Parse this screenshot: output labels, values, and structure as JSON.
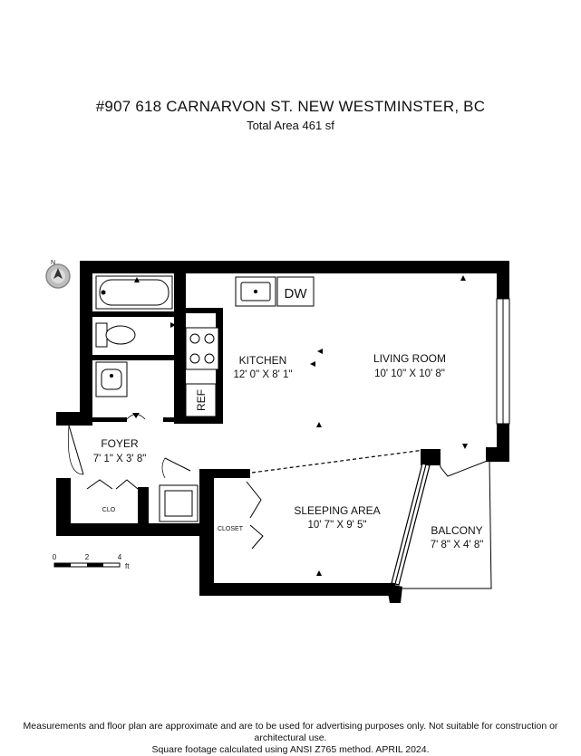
{
  "header": {
    "title": "#907 618 CARNARVON ST. NEW WESTMINSTER, BC",
    "total_area": "Total Area  461 sf"
  },
  "compass": {
    "label": "N"
  },
  "rooms": {
    "kitchen": {
      "name": "KITCHEN",
      "dims": "12' 0\" X 8' 1\""
    },
    "living": {
      "name": "LIVING ROOM",
      "dims": "10' 10\" X 10' 8\""
    },
    "foyer": {
      "name": "FOYER",
      "dims": "7' 1\" X 3' 8\""
    },
    "sleeping": {
      "name": "SLEEPING AREA",
      "dims": "10' 7\" X 9' 5\""
    },
    "balcony": {
      "name": "BALCONY",
      "dims": "7' 8\" X 4' 8\""
    }
  },
  "fixtures": {
    "dw": "DW",
    "ref": "REF",
    "clo": "CLO",
    "closet": "CLOSET"
  },
  "scale": {
    "ticks": [
      "0",
      "2",
      "4"
    ],
    "unit": "ft"
  },
  "footer": {
    "line1": "Measurements and floor plan are approximate and are to be used for advertising purposes only. Not suitable for construction or architectural use.",
    "line2": "Square footage calculated using ANSI Z765 method. APRIL 2024."
  }
}
